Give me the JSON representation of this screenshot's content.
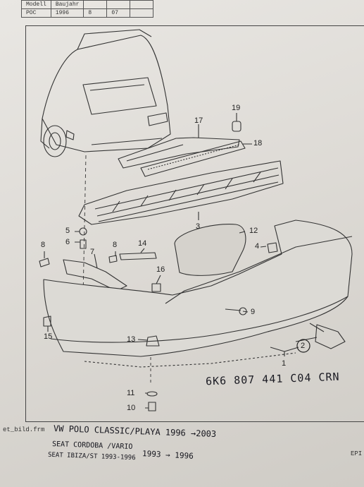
{
  "header": {
    "row1": [
      "Modell",
      "Baujahr",
      "",
      "",
      ""
    ],
    "row2": [
      "POC",
      "1996",
      "8",
      "07",
      ""
    ]
  },
  "callouts": [
    "19",
    "17",
    "18",
    "3",
    "5",
    "6",
    "8",
    "14",
    "8",
    "7",
    "12",
    "4",
    "16",
    "9",
    "15",
    "13",
    "2",
    "1",
    "11",
    "10"
  ],
  "part_number_handwritten": "6K6 807 441  C04   CRN",
  "footer": {
    "file": "et_bild.frm",
    "right": "EPI"
  },
  "handwritten": {
    "line1": "VW POLO CLASSIC/PLAYA  1996 →2003",
    "line2": "SEAT CORDOBA /VARIO",
    "line2b": "1993 → 1996",
    "line3": "SEAT IBIZA/ST   1993-1996"
  }
}
